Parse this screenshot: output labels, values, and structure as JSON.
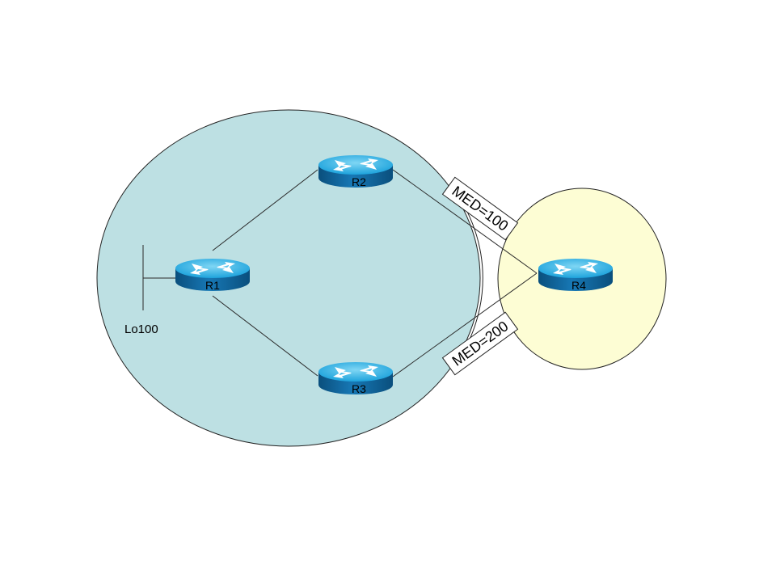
{
  "colors": {
    "as_left_fill": "#bde0e3",
    "as_right_fill": "#fdfdd4",
    "router_top": "#29b6e6",
    "router_side": "#0b5f93",
    "link": "#2a2a2a"
  },
  "routers": {
    "r1": {
      "label": "R1",
      "icon": "router-icon"
    },
    "r2": {
      "label": "R2",
      "icon": "router-icon"
    },
    "r3": {
      "label": "R3",
      "icon": "router-icon"
    },
    "r4": {
      "label": "R4",
      "icon": "router-icon"
    }
  },
  "loopback": {
    "label": "Lo100"
  },
  "med_labels": {
    "upper": "MED=100",
    "lower": "MED=200"
  }
}
